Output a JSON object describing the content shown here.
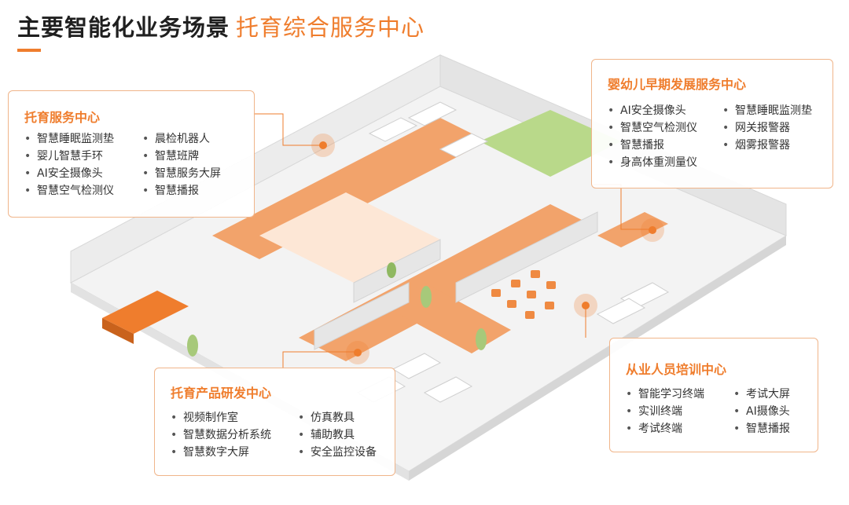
{
  "title": {
    "main": "主要智能化业务场景",
    "sub": "托育综合服务中心"
  },
  "colors": {
    "accent": "#ef7d2d",
    "floor_orange": "#f2a36b",
    "floor_green": "#b9d98a",
    "wall": "#e9e9e9"
  },
  "panels": {
    "childcare": {
      "heading": "托育服务中心",
      "col1": [
        "智慧睡眠监测垫",
        "婴儿智慧手环",
        "AI安全摄像头",
        "智慧空气检测仪"
      ],
      "col2": [
        "晨检机器人",
        "智慧班牌",
        "智慧服务大屏",
        "智慧播报"
      ]
    },
    "infant": {
      "heading": "婴幼儿早期发展服务中心",
      "col1": [
        "AI安全摄像头",
        "智慧空气检测仪",
        "智慧播报",
        "身高体重测量仪"
      ],
      "col2": [
        "智慧睡眠监测垫",
        "网关报警器",
        "烟雾报警器"
      ]
    },
    "rnd": {
      "heading": "托育产品研发中心",
      "col1": [
        "视频制作室",
        "智慧数据分析系统",
        "智慧数字大屏"
      ],
      "col2": [
        "仿真教具",
        "辅助教具",
        "安全监控设备"
      ]
    },
    "training": {
      "heading": "从业人员培训中心",
      "col1": [
        "智能学习终端",
        "实训终端",
        "考试终端"
      ],
      "col2": [
        "考试大屏",
        "AI摄像头",
        "智慧播报"
      ]
    }
  }
}
